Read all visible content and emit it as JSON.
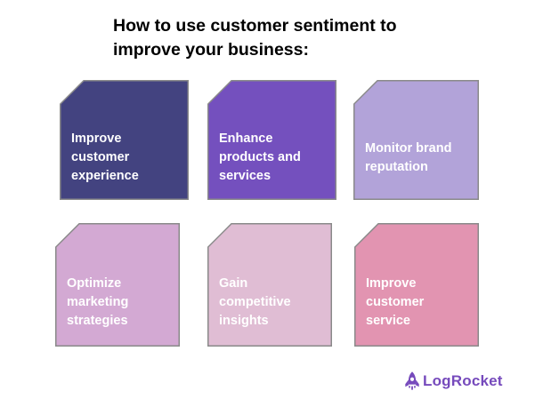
{
  "title": "How to use customer sentiment to\nimprove your business:",
  "cards": [
    {
      "label": "Improve\ncustomer\nexperience",
      "color": "#434380"
    },
    {
      "label": "Enhance\nproducts and\nservices",
      "color": "#7450BE"
    },
    {
      "label": "Monitor brand\nreputation",
      "color": "#B2A3D9"
    },
    {
      "label": "Optimize\nmarketing\nstrategies",
      "color": "#D3A9D3"
    },
    {
      "label": "Gain\ncompetitive\ninsights",
      "color": "#E0BDD4"
    },
    {
      "label": "Improve\ncustomer\nservice",
      "color": "#E294B1"
    }
  ],
  "card_border_color": "#8A8A8A",
  "card_text_color": "#FFFFFF",
  "logo": {
    "text": "LogRocket",
    "color": "#764ABC",
    "icon": "rocket-icon"
  }
}
